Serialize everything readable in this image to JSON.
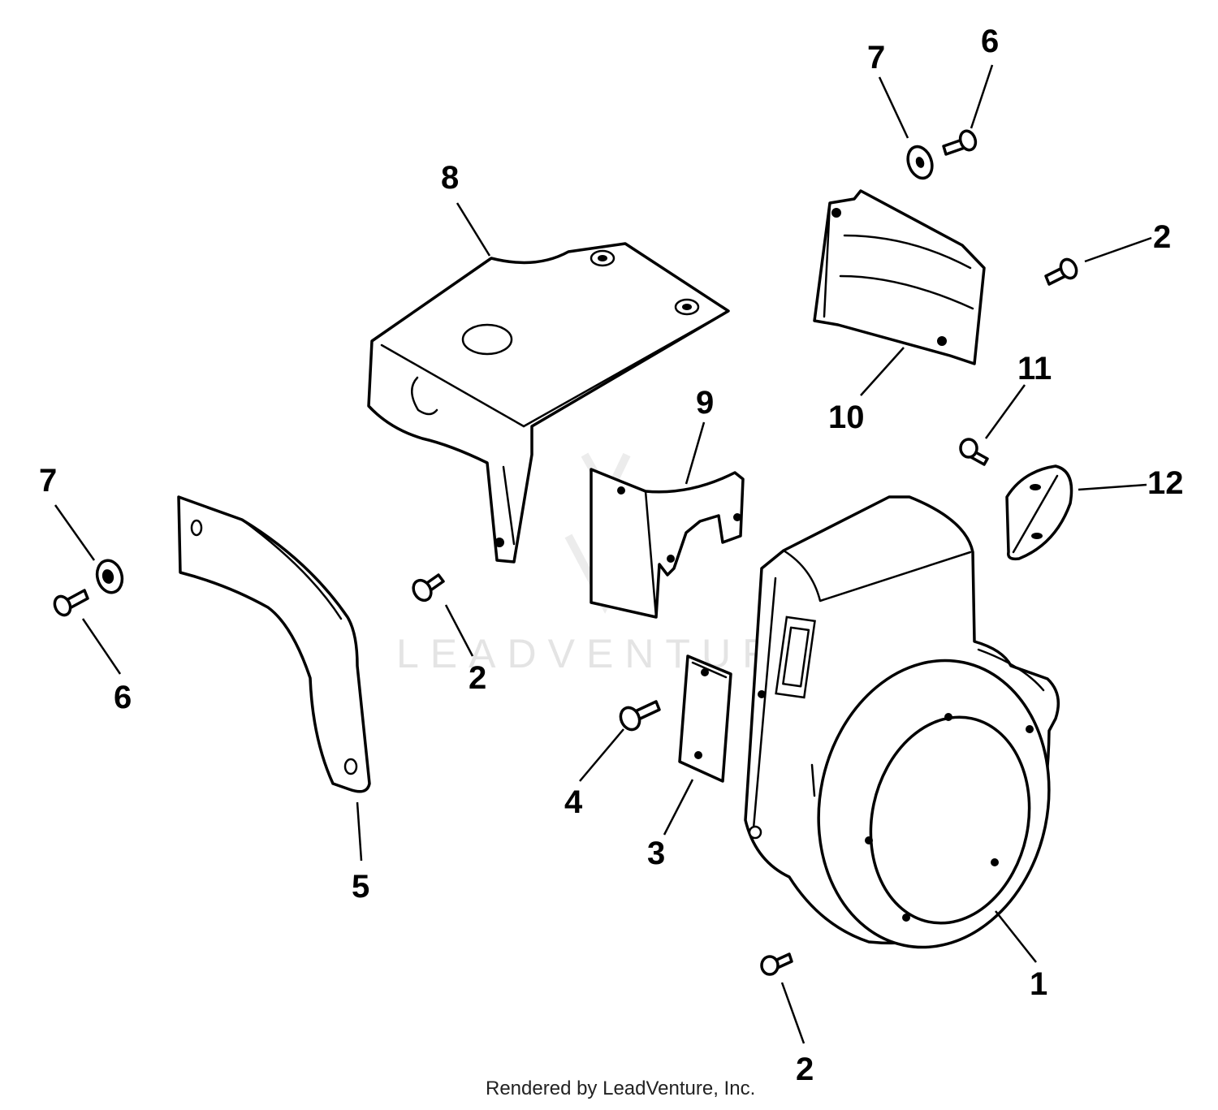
{
  "callouts": {
    "c1": "1",
    "c2a": "2",
    "c2b": "2",
    "c2c": "2",
    "c3": "3",
    "c4": "4",
    "c5": "5",
    "c6a": "6",
    "c6b": "6",
    "c7a": "7",
    "c7b": "7",
    "c8": "8",
    "c9": "9",
    "c10": "10",
    "c11": "11",
    "c12": "12"
  },
  "watermark": {
    "text": "LEADVENTURE"
  },
  "footer": {
    "credit": "Rendered by LeadVenture, Inc."
  }
}
